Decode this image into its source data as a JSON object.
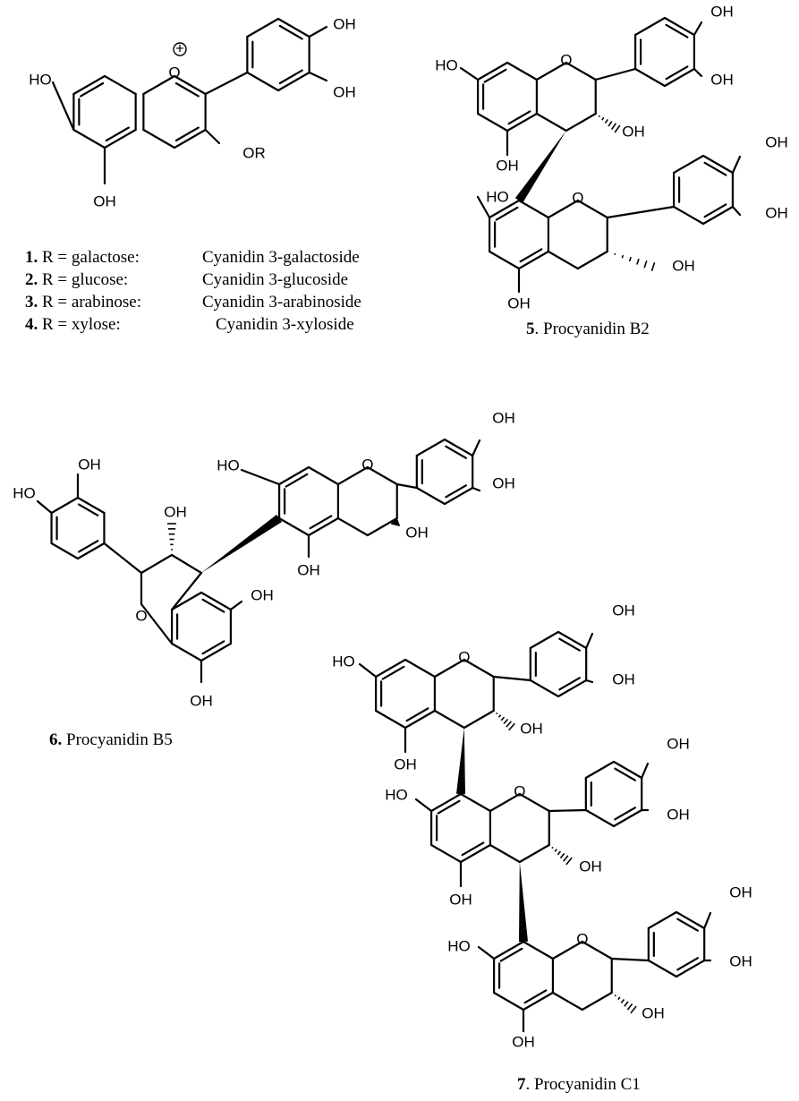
{
  "substituent_label": "OR",
  "charge_symbol": "+",
  "hydroxyl_label": "OH",
  "hydroxyl_left_label": "HO",
  "ring_oxygen_label": "O",
  "captions": {
    "c1": {
      "number": "1.",
      "r_part": "R = galactose:",
      "name": "Cyanidin 3-galactoside"
    },
    "c2": {
      "number": "2.",
      "r_part": "R = glucose:",
      "name": "Cyanidin 3-glucoside"
    },
    "c3": {
      "number": "3.",
      "r_part": "R = arabinose:",
      "name": "Cyanidin 3-arabinoside"
    },
    "c4": {
      "number": "4.",
      "r_part": "R = xylose:",
      "name": "Cyanidin 3-xyloside"
    },
    "c5": {
      "number": "5",
      "name": ". Procyanidin B2"
    },
    "c6": {
      "number": "6.",
      "name": "Procyanidin B5"
    },
    "c7": {
      "number": "7",
      "name": ". Procyanidin C1"
    }
  }
}
